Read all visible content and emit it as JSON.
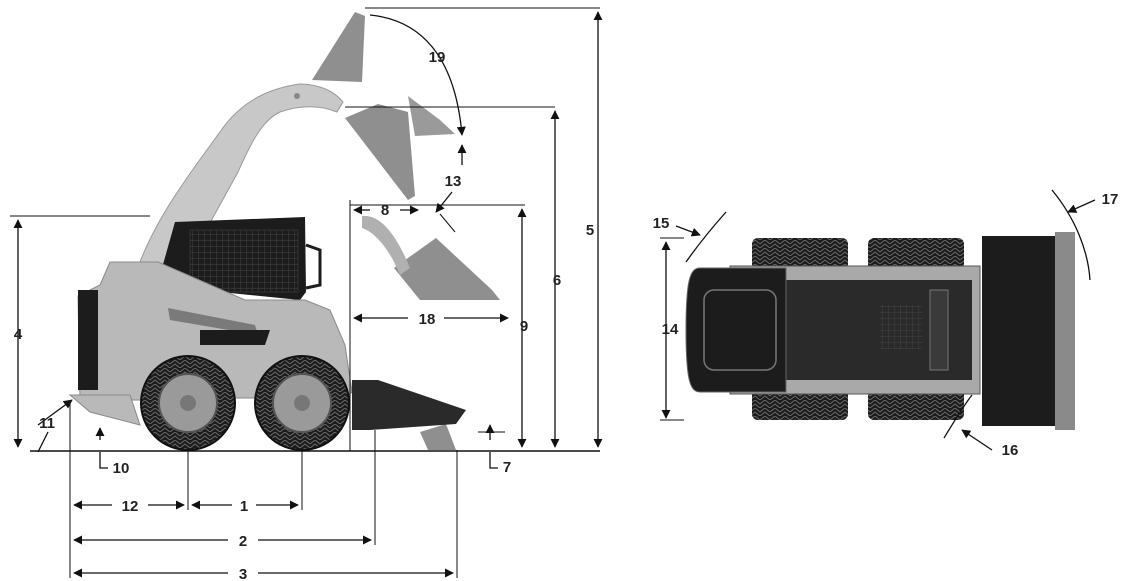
{
  "diagram": {
    "side_view": {
      "callouts": [
        "1",
        "2",
        "3",
        "4",
        "5",
        "6",
        "7",
        "8",
        "9",
        "10",
        "11",
        "12",
        "13",
        "18",
        "19"
      ]
    },
    "top_view": {
      "callouts": [
        "14",
        "15",
        "16",
        "17"
      ]
    },
    "colors": {
      "machine_body": "#b9b9b9",
      "boom_arm": "#c8c8c8",
      "tire": "#1c1c1c",
      "rim": "#9a9a9a",
      "bucket_dark": "#2a2a2a",
      "bucket_ghost": "#8f8f8f",
      "line": "#111111"
    }
  }
}
